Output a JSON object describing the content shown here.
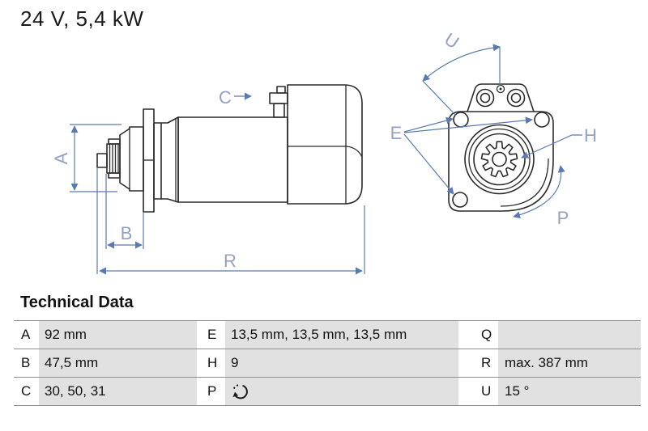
{
  "title": "24 V, 5,4 kW",
  "diagram": {
    "description": "starter-motor technical drawing, side view and front view",
    "labels": {
      "A": "A",
      "B": "B",
      "C": "C",
      "R": "R",
      "U": "U",
      "E": "E",
      "H": "H",
      "P": "P"
    }
  },
  "table": {
    "heading": "Technical Data",
    "rows": [
      {
        "cells": [
          {
            "key": "A",
            "value": "92 mm"
          },
          {
            "key": "E",
            "value": "13,5 mm, 13,5 mm, 13,5 mm"
          },
          {
            "key": "Q",
            "value": ""
          }
        ]
      },
      {
        "cells": [
          {
            "key": "B",
            "value": "47,5 mm"
          },
          {
            "key": "H",
            "value": "9"
          },
          {
            "key": "R",
            "value": "max. 387 mm"
          }
        ]
      },
      {
        "cells": [
          {
            "key": "C",
            "value": "30, 50, 31"
          },
          {
            "key": "P",
            "value": "",
            "icon": "rotation-direction-icon"
          },
          {
            "key": "U",
            "value": "15 °"
          }
        ]
      }
    ]
  },
  "colors": {
    "outline": "#2b2b2b",
    "dimension_blue": "#5a7ab2",
    "label_blue": "#93a1c4",
    "table_value_bg": "#e1e1e1",
    "table_line": "#8f8f8f",
    "background": "#ffffff"
  }
}
